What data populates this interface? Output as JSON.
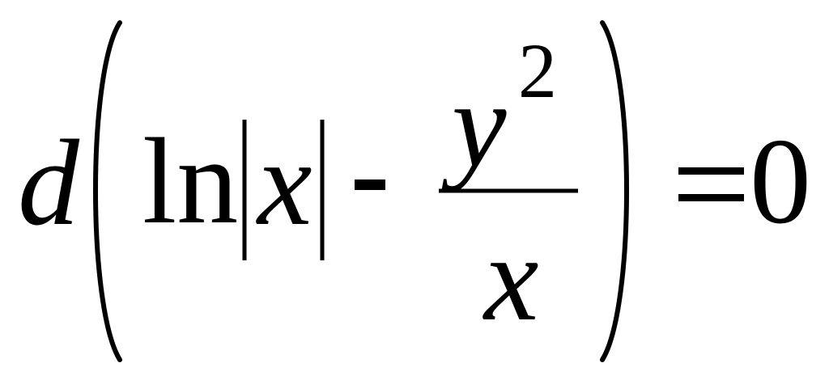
{
  "formula": {
    "differential": "d",
    "function_name": "ln",
    "variable_x": "x",
    "minus_sign": "-",
    "numerator_base": "y",
    "numerator_exponent": "2",
    "denominator": "x",
    "equals_sign": "=",
    "rhs_value": "0"
  }
}
